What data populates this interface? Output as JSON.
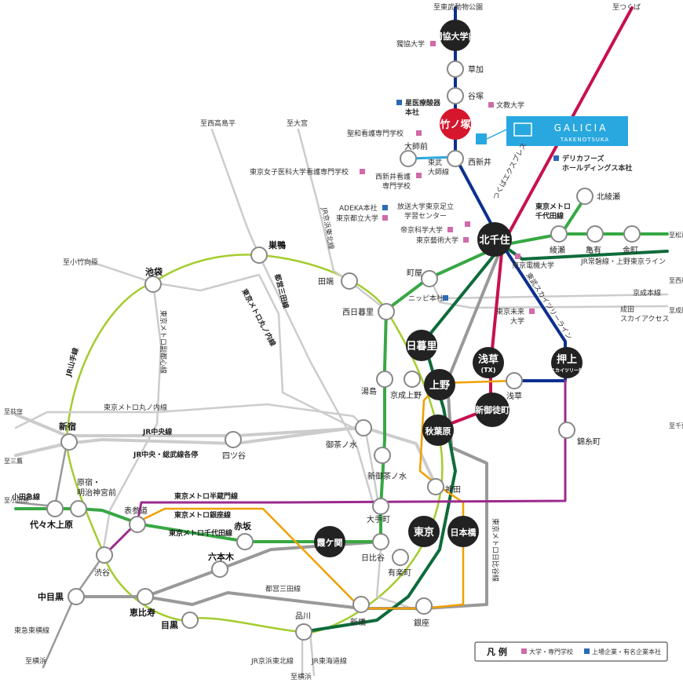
{
  "colors": {
    "tobu": "#0d2f8f",
    "tx": "#c8104f",
    "chiyoda": "#37a844",
    "hibiya": "#999999",
    "hanzomon": "#9b2a8c",
    "ginza": "#f0a000",
    "jr": "#b8b8b8",
    "yamanote": "#a4cc2e",
    "marunouchi": "#cccccc",
    "keihin": "#0f6b3b",
    "highlight": "#d5162d",
    "company": "#2b6bb5",
    "school": "#d06aa8",
    "galicia_bg": "#29a8e0"
  },
  "galicia": {
    "name": "GALICIA",
    "sub": "TAKENOTSUKA"
  },
  "terminals": {
    "t1": "至東武動物公園",
    "t2": "至つくば",
    "t3": "至西高島平",
    "t4": "至大宮",
    "t5": "至小竹向原",
    "t6": "至松戸",
    "t7": "至成田空港",
    "t8": "至西船橋",
    "t9": "至荻窪",
    "t10": "至三鷹",
    "t11": "至千葉",
    "t12": "至小田原",
    "t13": "至横浜",
    "t14": "至横浜"
  },
  "stations": {
    "dokkyo": "獨協大学前",
    "soka": "草加",
    "yatsuka": "谷塚",
    "takenotsuka": "竹ノ塚",
    "daishimae": "大師前",
    "nishiarai": "西新井",
    "kitasenju": "北千住",
    "kitaayase": "北綾瀬",
    "ayase": "綾瀬",
    "kameari": "亀有",
    "kanamachi": "金町",
    "sugamo": "巣鴨",
    "ikebukuro": "池袋",
    "tabata": "田端",
    "nishinippori": "西日暮里",
    "machiya": "町屋",
    "nippori": "日暮里",
    "asakusa": "浅草",
    "asakusa_tx": "(TX)",
    "asakusa2": "浅草",
    "oshiage": "押上",
    "oshiage_sub": "(スカイツリー前)",
    "shinokachimachi": "新御徒町",
    "ueno": "上野",
    "keiseiueno": "京成上野",
    "yushima": "湯島",
    "akihabara": "秋葉原",
    "kinshicho": "錦糸町",
    "shinjuku": "新宿",
    "yotsuya": "四ツ谷",
    "ochanomizu": "御茶ノ水",
    "shinochanomizu": "新御茶ノ水",
    "kanda": "神田",
    "harajuku": "原宿・\n明治神宮前",
    "yoyogiuehara": "代々木上原",
    "omotesando": "表参道",
    "otemachi": "大手町",
    "tokyo": "東京",
    "nihonbashi": "日本橋",
    "akasaka": "赤坂",
    "kasumigaseki": "霞ケ関",
    "hibiya": "日比谷",
    "yurakucho": "有楽町",
    "roppongi": "六本木",
    "shibuya": "渋谷",
    "ebisu": "恵比寿",
    "nakameguro": "中目黒",
    "meguro": "目黒",
    "shinagawa": "品川",
    "shimbashi": "新橋",
    "ginza": "銀座"
  },
  "places": {
    "p1": "獨協大学",
    "p2": "星医療酸器\n本社",
    "p3": "文教大学",
    "p4": "聖和看護専門学校",
    "p5": "東京女子医科大学看護専門学校",
    "p6": "西新井看護\n専門学校",
    "p7": "デリカフーズ\nホールディングス本社",
    "p8": "ADEKA本社",
    "p9": "東京都立大学",
    "p10": "放送大学東京足立\n学習センター",
    "p11": "帝京科学大学",
    "p12": "東京藝術大学",
    "p13": "東京電機大学",
    "p14": "ニッピ本社",
    "p15": "東京未来\n大学"
  },
  "lines": {
    "l1": "東京メトロ\n千代田線",
    "l2": "JR常磐線・上野東京ライン",
    "l3": "京成本線",
    "l4": "成田\nスカイアクセス",
    "l5": "東京メトロ丸ノ内線",
    "l6": "JR中央線",
    "l7": "JR中央・総武線各停",
    "l8": "東京メトロ半蔵門線",
    "l9": "東京メトロ銀座線",
    "l10": "東京メトロ千代田線",
    "l11": "都営三田線",
    "l12": "東京メトロ日比谷線",
    "l13": "JR京浜東北線",
    "l14": "JR東海道線",
    "l15": "東京メトロ副都心線",
    "l16": "都営三田線",
    "l17": "JR京浜東北線",
    "l18": "東京メトロ丸ノ内線",
    "l19": "JR山手線",
    "l20": "小田急線",
    "l21": "東急東横線",
    "l22": "東武\n大師線",
    "l23": "つくばエクスプレス",
    "l24": "東武スカイツリーライン"
  },
  "legend": {
    "title": "凡 例",
    "school": "大学・専門学校",
    "company": "上場企業・有名企業本社"
  }
}
